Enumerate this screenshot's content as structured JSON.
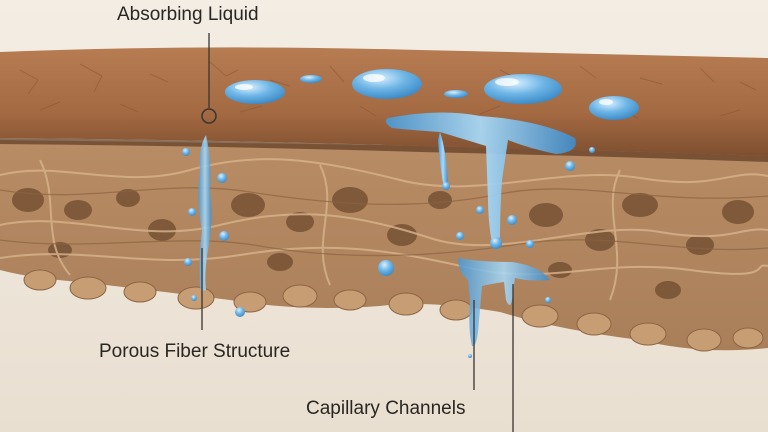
{
  "labels": {
    "top": "Absorbing Liquid",
    "left": "Porous Fiber Structure",
    "bottom": "Capillary Channels"
  },
  "colors": {
    "background": "#efe7dc",
    "skin": "#a96e46",
    "fiber": "#c39a72",
    "liquid": "#5aa7dc",
    "leader": "#3a3530"
  }
}
